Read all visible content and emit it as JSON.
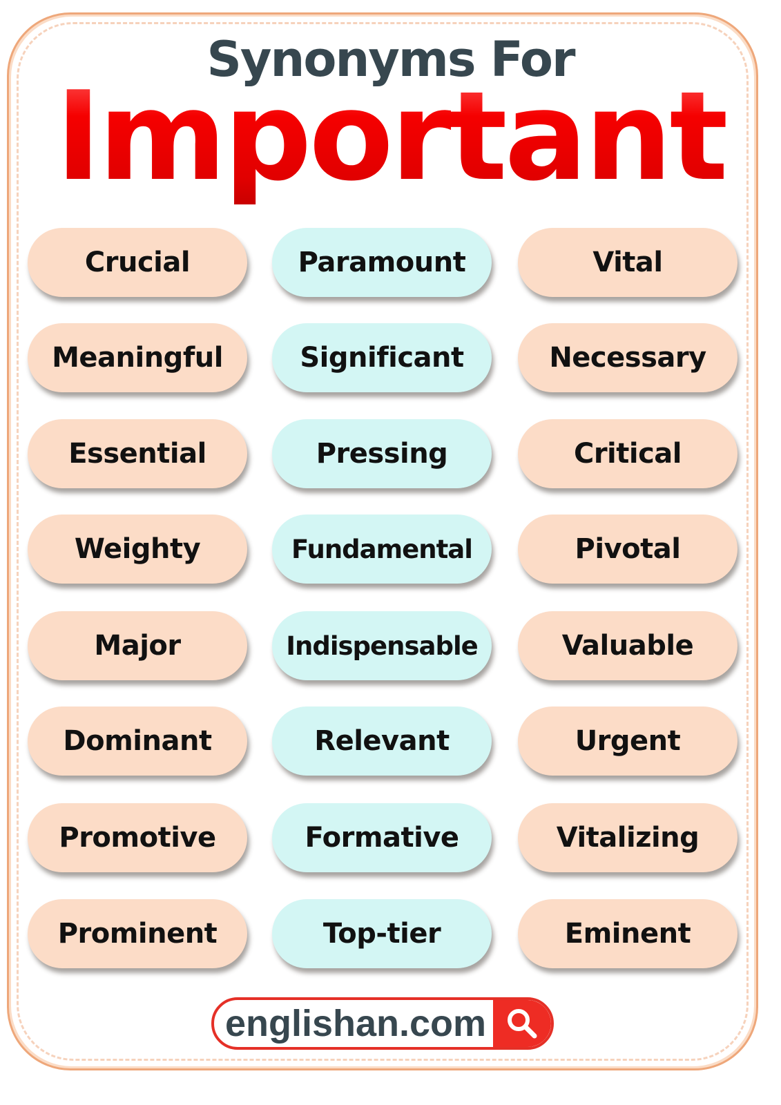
{
  "header": {
    "subtitle": "Synonyms For",
    "title": "Important"
  },
  "colors": {
    "title_red": "#f20000",
    "subtitle_slate": "#37474f",
    "pill_peach": "#fcdcc7",
    "pill_cyan": "#d3f6f4",
    "border_orange": "#eea77a",
    "search_red": "#ee2c24"
  },
  "synonyms": {
    "rows": [
      [
        "Crucial",
        "Paramount",
        "Vital"
      ],
      [
        "Meaningful",
        "Significant",
        "Necessary"
      ],
      [
        "Essential",
        "Pressing",
        "Critical"
      ],
      [
        "Weighty",
        "Fundamental",
        "Pivotal"
      ],
      [
        "Major",
        "Indispensable",
        "Valuable"
      ],
      [
        "Dominant",
        "Relevant",
        "Urgent"
      ],
      [
        "Promotive",
        "Formative",
        "Vitalizing"
      ],
      [
        "Prominent",
        "Top-tier",
        "Eminent"
      ]
    ]
  },
  "footer": {
    "site": "englishan.com",
    "search_icon": "search-icon"
  }
}
